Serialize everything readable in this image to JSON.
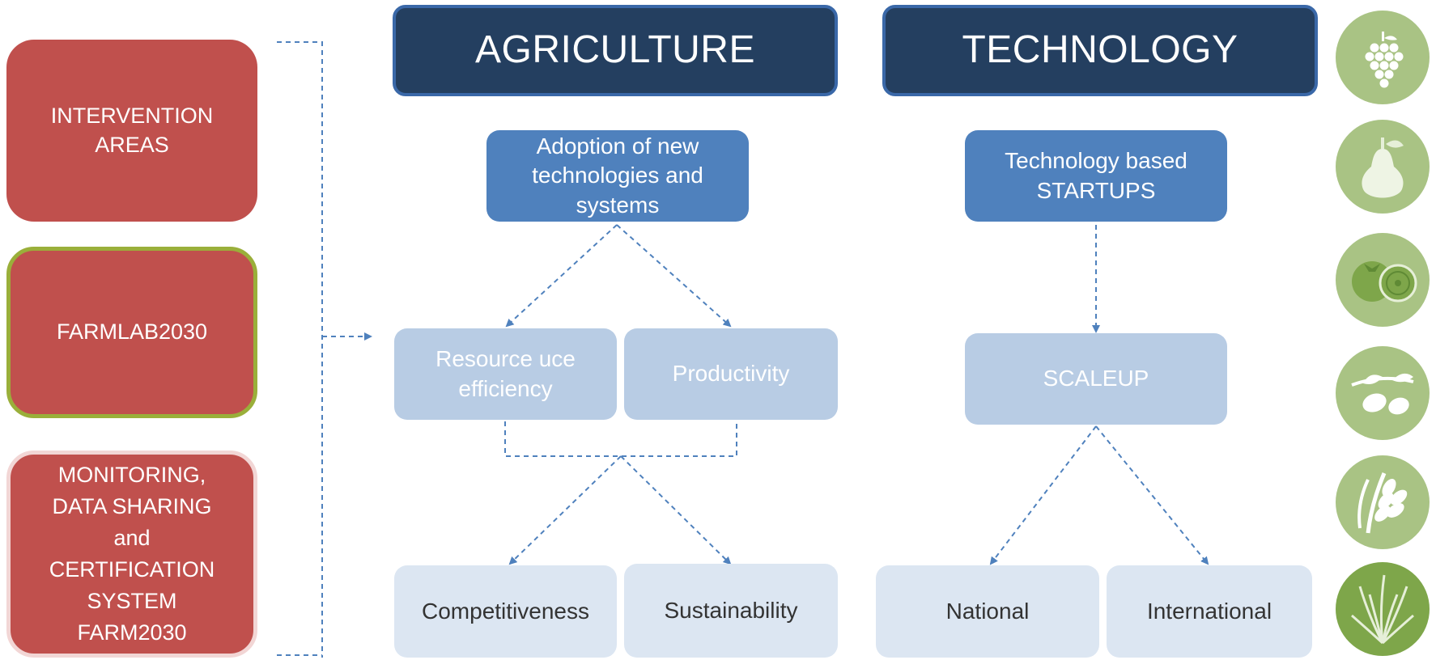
{
  "left_panel": {
    "intervention_areas": "INTERVENTION\nAREAS",
    "farmlab": "FARMLAB2030",
    "monitoring": "MONITORING,\nDATA SHARING\nand\nCERTIFICATION\nSYSTEM\nFARM2030"
  },
  "agriculture": {
    "header": "AGRICULTURE",
    "adoption": "Adoption of new technologies and systems",
    "resource_efficiency": "Resource uce efficiency",
    "productivity": "Productivity",
    "competitiveness": "Competitiveness",
    "sustainability": "Sustainability"
  },
  "technology": {
    "header": "TECHNOLOGY",
    "startups": "Technology based STARTUPS",
    "scaleup": "SCALEUP",
    "national": "National",
    "international": "International"
  },
  "icons": [
    "grapes-icon",
    "pear-icon",
    "tomato-icon",
    "olive-icon",
    "wheat-icon",
    "grass-icon"
  ],
  "colors": {
    "red": "#c0504d",
    "navy": "#243f60",
    "mid_blue": "#4f81bd",
    "light_blue": "#b8cce4",
    "pale_blue": "#dce6f2",
    "icon_green": "#a9c384",
    "connector": "#4f81bd"
  }
}
